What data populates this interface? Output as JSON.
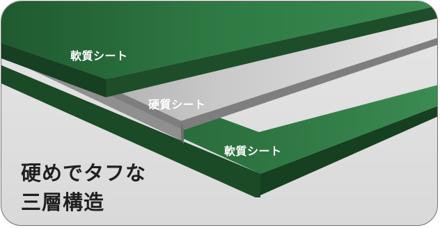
{
  "layers": [
    {
      "label": "軟質シート",
      "material": "soft",
      "color": "#2e6b3e"
    },
    {
      "label": "硬質シート",
      "material": "hard",
      "color": "#b9b9b9"
    },
    {
      "label": "軟質シート",
      "material": "soft",
      "color": "#2e6b3e"
    }
  ],
  "caption": {
    "line1": "硬めでタフな",
    "line2": "三層構造"
  },
  "colors": {
    "green": "#2e6b3e",
    "green_dark": "#1d4a29",
    "gray": "#b9b9b9",
    "gray_dark": "#8a8a8a",
    "background": "#dcdcdc",
    "frame_border": "#6f6f6f",
    "caption_text": "#1f1f1f"
  }
}
